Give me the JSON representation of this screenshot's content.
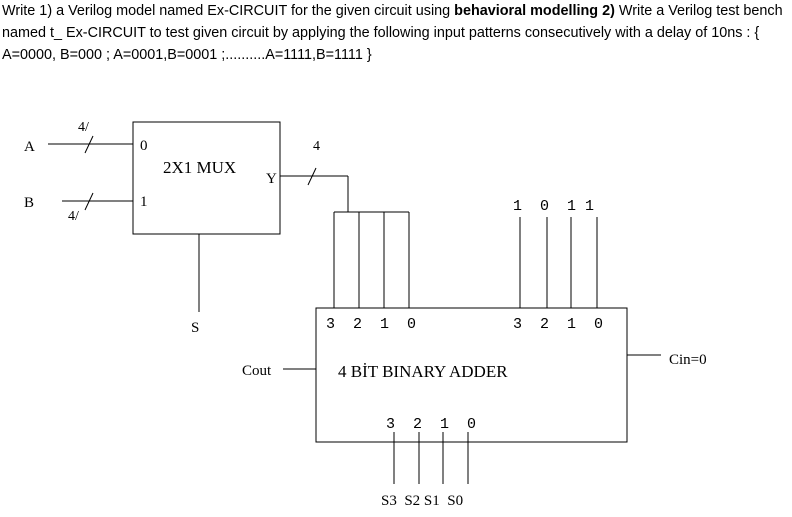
{
  "question": {
    "part1_prefix": "Write 1) a Verilog model named Ex-CIRCUIT for the given circuit using ",
    "part1_bold": "behavioral modelling 2)",
    "part2": " Write a Verilog test bench named t_ Ex-CIRCUIT to test given circuit by applying the following input patterns consecutively with a delay of 10",
    "unit": "ns",
    "part3": " : {  A=0000, B=000 ; A=0001,B=0001 ;..........A=1111,B=1111  }"
  },
  "diagram": {
    "input_a": "A",
    "input_b": "B",
    "bus_a_width": "4/",
    "bus_b_width": "4/",
    "mux_in0": "0",
    "mux_in1": "1",
    "mux_label": "2X1 MUX",
    "mux_out": "Y",
    "mux_out_width": "4",
    "select": "S",
    "const_bits": "1  0  1 1",
    "adder_in_left_bits": "3  2  1  0",
    "adder_in_right_bits": "3  2  1  0",
    "adder_label": "4 BİT BINARY ADDER",
    "cout": "Cout",
    "cin": "Cin=0",
    "adder_out_bits": "3  2  1  0",
    "sum_outputs": "S3  S2 S1  S0"
  }
}
